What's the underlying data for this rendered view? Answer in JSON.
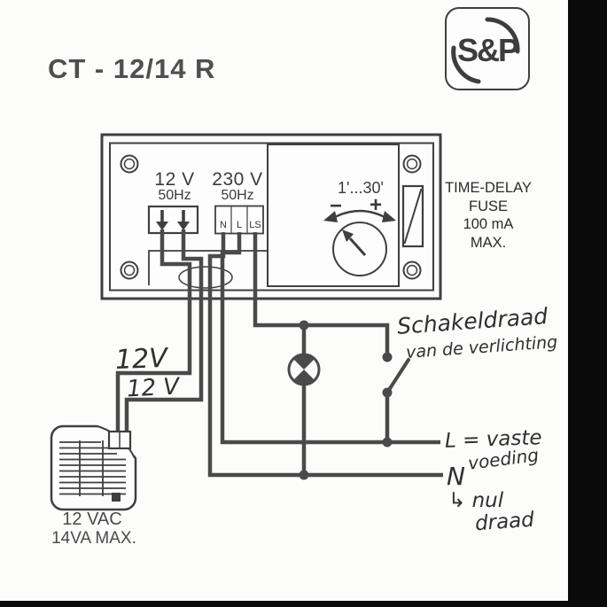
{
  "title": "CT - 12/14 R",
  "logo": {
    "brand": "S&P"
  },
  "device": {
    "low_v": {
      "volt": "12 V",
      "freq": "50Hz"
    },
    "mains": {
      "volt": "230 V",
      "freq": "50Hz",
      "t1": "N",
      "t2": "L",
      "t3": "LS"
    },
    "timer": {
      "range": "1'...30'",
      "minus": "−",
      "plus": "+"
    }
  },
  "fuse_note": {
    "l1": "TIME-DELAY",
    "l2": "FUSE",
    "l3": "100 mA",
    "l4": "MAX."
  },
  "fan": {
    "l1": "12 VAC",
    "l2": "14VA MAX."
  },
  "notes": {
    "w12v_a": "12V",
    "w12v_b": "12 V",
    "switch_a": "Schakeldraad",
    "switch_b": "van de verlichting",
    "live_a": "L = vaste",
    "live_b": "voeding",
    "neutral": "N",
    "neutral_note_a": "↳ nul",
    "neutral_note_b": "draad"
  },
  "colors": {
    "ink": "#3f3f3f",
    "wire": "#4a4a4a",
    "edge": "#0a0a0a"
  }
}
